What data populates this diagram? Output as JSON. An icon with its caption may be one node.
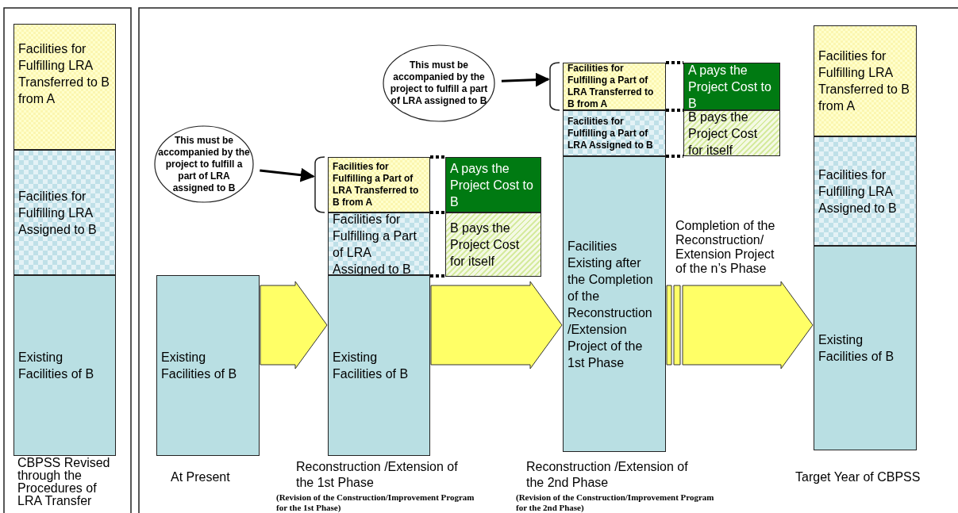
{
  "diagram": {
    "nodes": [
      {
        "text": [
          "Facilities for Fulfilling LRA Transferred to B from A"
        ]
      },
      {
        "text": [
          "Facilities for Fulfilling LRA Assigned to B"
        ]
      },
      {
        "text": [
          "Existing Facilities of B"
        ],
        "beside": [
          "CBPSS Revised through the Procedures of LRA Transfer"
        ]
      },
      {
        "text": [
          "Existing Facilities of B"
        ],
        "beside": [
          "At Present"
        ]
      },
      {
        "text": [
          "This must be accompanied by the project to fulfill a part of LRA assigned to B"
        ]
      },
      {
        "text": [
          "Facilities for Fulfilling a Part of LRA Transferred to B from A"
        ]
      },
      {
        "text": [
          "Facilities for Fulfilling a Part of LRA Assigned to B"
        ]
      },
      {
        "text": [
          "Existing Facilities of B"
        ],
        "beside": [
          "Reconstruction /Extension of the 1st Phase",
          "(Revision of the Construction/Improvement Program for the 1st Phase)"
        ]
      },
      {
        "text": [
          "A pays the Project Cost to B"
        ]
      },
      {
        "text": [
          "B pays the Project Cost for itself"
        ]
      },
      {
        "text": [
          "This must be accompanied by the project to fulfill a part of LRA assigned to B"
        ]
      },
      {
        "text": [
          "Facilities for Fulfilling a Part of LRA Transferred to B from A"
        ]
      },
      {
        "text": [
          "Facilities for Fulfilling a Part of LRA Assigned to B"
        ]
      },
      {
        "text": [
          "Facilities Existing after the Completion of the Reconstruction /Extension Project of the 1st Phase"
        ],
        "beside": [
          "Reconstruction /Extension of the 2nd Phase",
          "(Revision of the Construction/Improvement Program for the 2nd Phase)"
        ]
      },
      {
        "text": [
          "A pays the Project Cost to B"
        ]
      },
      {
        "text": [
          "B pays the Project Cost for itself"
        ]
      },
      {
        "text": [
          "Facilities for Fulfilling LRA Transferred to B from A"
        ]
      },
      {
        "text": [
          "Facilities for Fulfilling LRA Assigned to B"
        ]
      },
      {
        "text": [
          "Existing Facilities of B"
        ],
        "beside": [
          "Target Year of CBPSS"
        ]
      }
    ],
    "edges": [
      {
        "from": 4,
        "to": 5,
        "arrow": "to"
      },
      {
        "from": 10,
        "to": 11,
        "arrow": "to"
      },
      {
        "from": 3,
        "to": 7,
        "arrow": "to",
        "style": "thick",
        "color": "#ffff66"
      },
      {
        "from": 7,
        "to": 13,
        "arrow": "to",
        "style": "thick",
        "color": "#ffff66"
      },
      {
        "from": 13,
        "to": 18,
        "arrow": "to",
        "style": "thick",
        "color": "#ffff66",
        "label": "Completion of the Reconstruction/ Extension Project of the n’s Phase"
      },
      {
        "from": 5,
        "to": 8,
        "arrow": "none",
        "style": "dashed"
      },
      {
        "from": 6,
        "to": 9,
        "arrow": "none",
        "style": "dashed"
      },
      {
        "from": 7,
        "to": 9,
        "arrow": "none",
        "style": "dashed"
      },
      {
        "from": 11,
        "to": 14,
        "arrow": "none",
        "style": "dashed"
      },
      {
        "from": 12,
        "to": 15,
        "arrow": "none",
        "style": "dashed"
      },
      {
        "from": 13,
        "to": 15,
        "arrow": "none",
        "style": "dashed"
      }
    ]
  }
}
